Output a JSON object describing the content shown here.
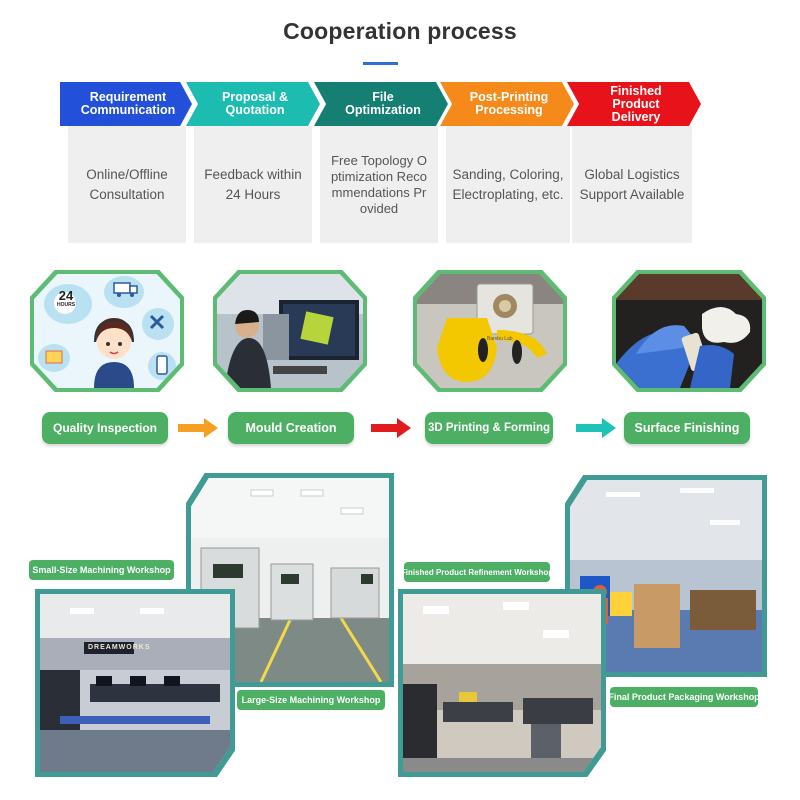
{
  "title": "Cooperation process",
  "steps": [
    {
      "title": "Requirement Communication",
      "desc": "Online/Offline Consultation",
      "color": "#2250d8"
    },
    {
      "title": "Proposal & Quotation",
      "desc": "Feedback within 24 Hours",
      "color": "#1cbcb0"
    },
    {
      "title": "File Optimization",
      "desc": "Free Topology Optimization Recommendations Provided",
      "color": "#147f72"
    },
    {
      "title": "Post-Printing Processing",
      "desc": "Sanding, Coloring, Electroplating, etc.",
      "color": "#f58a1a"
    },
    {
      "title": "Finished Product Delivery",
      "desc": "Global Logistics Support Available",
      "color": "#e8121a"
    }
  ],
  "illustration": {
    "badge": "24",
    "badge_sub": "HOURS"
  },
  "printer_brand": "Bambu Lab",
  "stages": [
    {
      "label": "Quality Inspection"
    },
    {
      "label": "Mould Creation"
    },
    {
      "label": "3D Printing & Forming"
    },
    {
      "label": "Surface Finishing"
    }
  ],
  "arrow_colors": [
    "#f5a023",
    "#e21c1c",
    "#1fc2b6"
  ],
  "banner_text": "DREAMWORKS",
  "workshops": [
    {
      "label": "Small-Size Machining Workshop"
    },
    {
      "label": "Large-Size Machining Workshop"
    },
    {
      "label": "Finished Product Refinement Workshop"
    },
    {
      "label": "Final Product Packaging Workshop"
    }
  ]
}
